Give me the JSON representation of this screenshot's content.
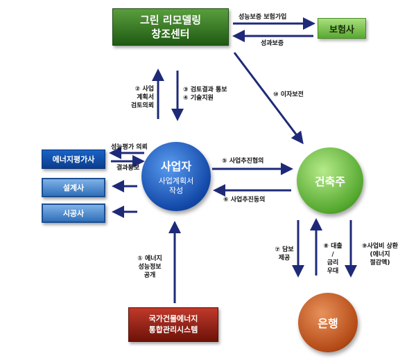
{
  "nodes": {
    "green_center": {
      "line1": "그린 리모델링",
      "line2": "창조센터"
    },
    "insurer": "보험사",
    "energy_evaluator": "에너지평가사",
    "designer": "설계사",
    "constructor": "시공사",
    "business_operator": {
      "title": "사업자",
      "line1": "사업계획서",
      "line2": "작성"
    },
    "building_owner": "건축주",
    "bank": "은행",
    "national_system": {
      "line1": "국가건물에너지",
      "line2": "통합관리시스템"
    }
  },
  "flows": {
    "performance_guarantee_insurance": "성능보증 보험가입",
    "performance_guarantee": "성과보증",
    "step2": {
      "line1": "② 사업",
      "line2": "계획서",
      "line3": "검토의뢰"
    },
    "step3": "③ 검토결과 통보",
    "step4": "④ 기술지원",
    "step10": "⑩ 이자보전",
    "performance_eval_request": "성능평가 의뢰",
    "result_notice": "결과통보",
    "step5": "⑤ 사업추진협의",
    "step6": "⑥ 사업추진동의",
    "step1": {
      "line1": "① 에너지",
      "line2": "성능정보",
      "line3": "공개"
    },
    "step7": {
      "line1": "⑦ 담보",
      "line2": "제공"
    },
    "step8": {
      "line1": "⑧ 대출",
      "line2": "/",
      "line3": "금리",
      "line4": "우대"
    },
    "step9": {
      "line1": "⑨사업비 상환",
      "line2": "(에너지",
      "line3": "절감액)"
    }
  },
  "colors": {
    "arrow": "#1e2a78"
  }
}
